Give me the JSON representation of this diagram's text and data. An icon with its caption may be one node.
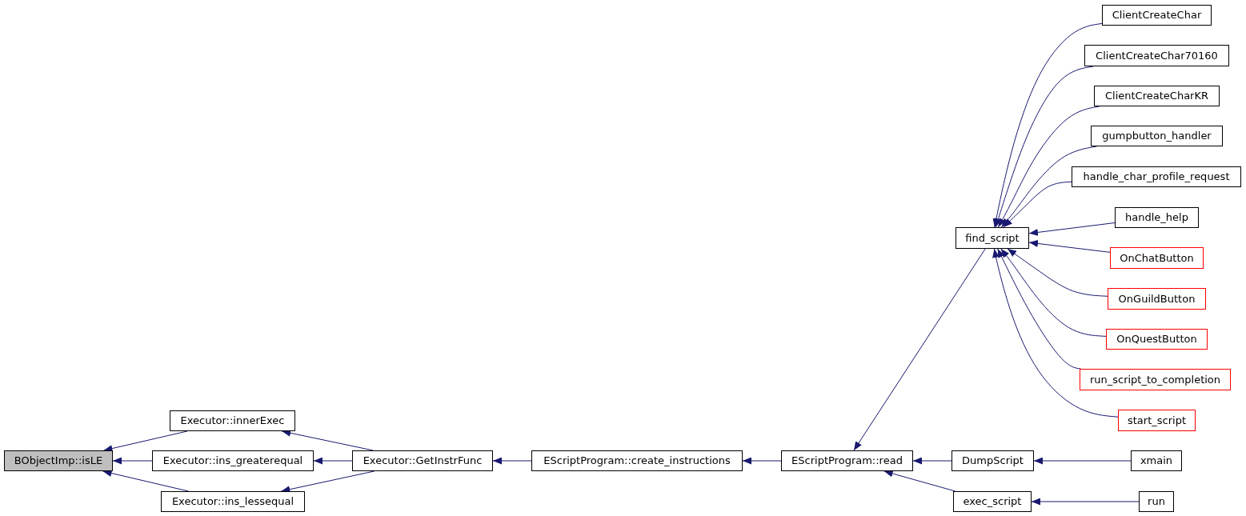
{
  "diagram": {
    "nodes": [
      {
        "text": [
          "BObjectImp::isLE"
        ]
      },
      {
        "text": [
          "Executor::innerExec"
        ]
      },
      {
        "text": [
          "Executor::ins_greaterequal"
        ]
      },
      {
        "text": [
          "Executor::ins_lessequal"
        ]
      },
      {
        "text": [
          "Executor::GetInstrFunc"
        ]
      },
      {
        "text": [
          "EScriptProgram::create_instructions"
        ]
      },
      {
        "text": [
          "EScriptProgram::read"
        ]
      },
      {
        "text": [
          "find_script"
        ]
      },
      {
        "text": [
          "DumpScript"
        ]
      },
      {
        "text": [
          "exec_script"
        ]
      },
      {
        "text": [
          "ClientCreateChar"
        ]
      },
      {
        "text": [
          "ClientCreateChar70160"
        ]
      },
      {
        "text": [
          "ClientCreateCharKR"
        ]
      },
      {
        "text": [
          "gumpbutton_handler"
        ]
      },
      {
        "text": [
          "handle_char_profile_request"
        ]
      },
      {
        "text": [
          "handle_help"
        ]
      },
      {
        "text": [
          "OnChatButton"
        ]
      },
      {
        "text": [
          "OnGuildButton"
        ]
      },
      {
        "text": [
          "OnQuestButton"
        ]
      },
      {
        "text": [
          "run_script_to_completion"
        ]
      },
      {
        "text": [
          "start_script"
        ]
      },
      {
        "text": [
          "xmain"
        ]
      },
      {
        "text": [
          "run"
        ]
      }
    ],
    "edges": [
      {
        "from": 1,
        "to": 0,
        "arrow": "to"
      },
      {
        "from": 2,
        "to": 0,
        "arrow": "to"
      },
      {
        "from": 3,
        "to": 0,
        "arrow": "to"
      },
      {
        "from": 4,
        "to": 1,
        "arrow": "to"
      },
      {
        "from": 4,
        "to": 2,
        "arrow": "to"
      },
      {
        "from": 4,
        "to": 3,
        "arrow": "to"
      },
      {
        "from": 5,
        "to": 4,
        "arrow": "to"
      },
      {
        "from": 6,
        "to": 5,
        "arrow": "to"
      },
      {
        "from": 7,
        "to": 6,
        "arrow": "to"
      },
      {
        "from": 8,
        "to": 6,
        "arrow": "to"
      },
      {
        "from": 9,
        "to": 6,
        "arrow": "to"
      },
      {
        "from": 10,
        "to": 7,
        "arrow": "to"
      },
      {
        "from": 11,
        "to": 7,
        "arrow": "to"
      },
      {
        "from": 12,
        "to": 7,
        "arrow": "to"
      },
      {
        "from": 13,
        "to": 7,
        "arrow": "to"
      },
      {
        "from": 14,
        "to": 7,
        "arrow": "to"
      },
      {
        "from": 15,
        "to": 7,
        "arrow": "to"
      },
      {
        "from": 16,
        "to": 7,
        "arrow": "to"
      },
      {
        "from": 17,
        "to": 7,
        "arrow": "to"
      },
      {
        "from": 18,
        "to": 7,
        "arrow": "to"
      },
      {
        "from": 19,
        "to": 7,
        "arrow": "to"
      },
      {
        "from": 20,
        "to": 7,
        "arrow": "to"
      },
      {
        "from": 21,
        "to": 8,
        "arrow": "to"
      },
      {
        "from": 22,
        "to": 9,
        "arrow": "to"
      }
    ]
  }
}
